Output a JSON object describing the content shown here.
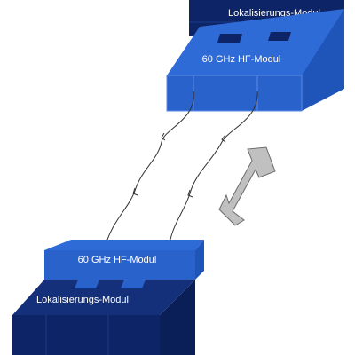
{
  "top_module": {
    "localization_label": "Lokalisierungs-Modul",
    "rf_label": "60 GHz HF-Modul"
  },
  "bottom_module": {
    "localization_label": "Lokalisierungs-Modul",
    "rf_label": "60 GHz HF-Modul"
  },
  "colors": {
    "dark_navy": "#0d2466",
    "bright_blue": "#2f6bd6",
    "mid_blue": "#1f54b8",
    "arrow_gray": "#c0c0c0"
  }
}
